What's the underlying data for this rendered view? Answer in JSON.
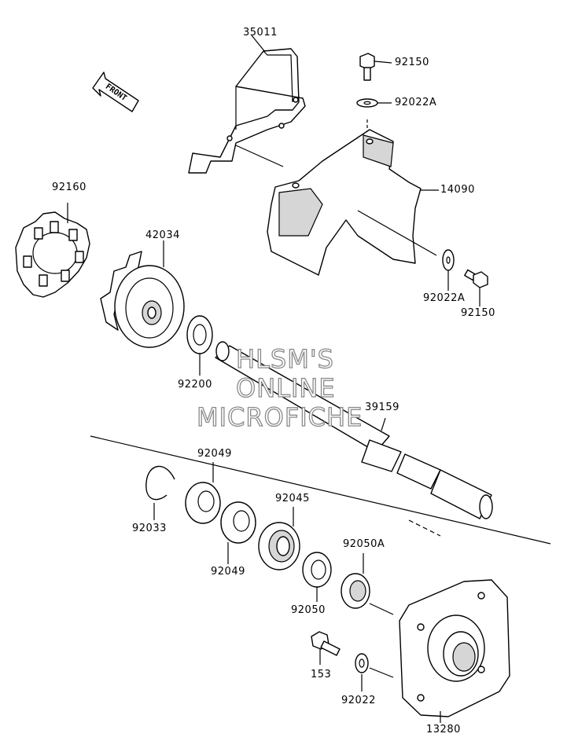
{
  "diagram": {
    "front_label": "FRONT",
    "watermark": [
      "HLSM'S",
      "ONLINE",
      "MICROFICHE"
    ],
    "parts": {
      "p35011": "35011",
      "p92150_top": "92150",
      "p92022A_top": "92022A",
      "p14090": "14090",
      "p92160": "92160",
      "p42034": "42034",
      "p92022A_bottom": "92022A",
      "p92150_bottom": "92150",
      "p92200": "92200",
      "p39159": "39159",
      "p92049_top": "92049",
      "p92045": "92045",
      "p92033": "92033",
      "p92049_bottom": "92049",
      "p92050A": "92050A",
      "p92050": "92050",
      "p153": "153",
      "p92022": "92022",
      "p13280": "13280"
    }
  }
}
